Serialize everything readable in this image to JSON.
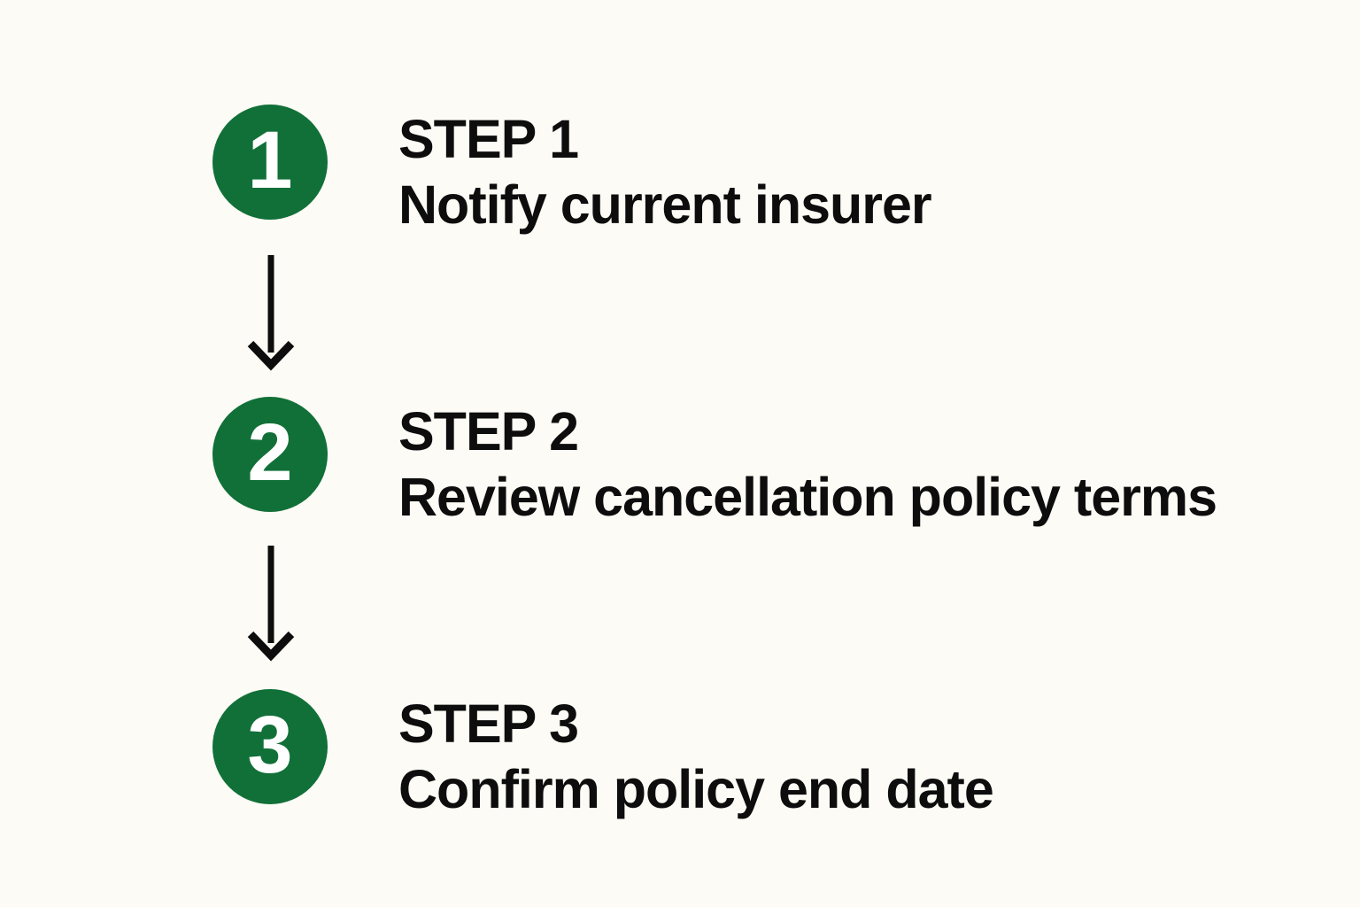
{
  "page": {
    "background_color": "#fcfbf5",
    "accent_green": "#117038",
    "text_color": "#0d0d0d",
    "number_color": "#ffffff"
  },
  "diagram": {
    "type": "vertical-step-flowchart",
    "connector": "arrow-down",
    "steps": [
      {
        "number": "1",
        "label": "STEP 1",
        "title": "Notify current insurer"
      },
      {
        "number": "2",
        "label": "STEP 2",
        "title": "Review cancellation policy terms"
      },
      {
        "number": "3",
        "label": "STEP 3",
        "title": "Confirm policy end date"
      }
    ]
  }
}
